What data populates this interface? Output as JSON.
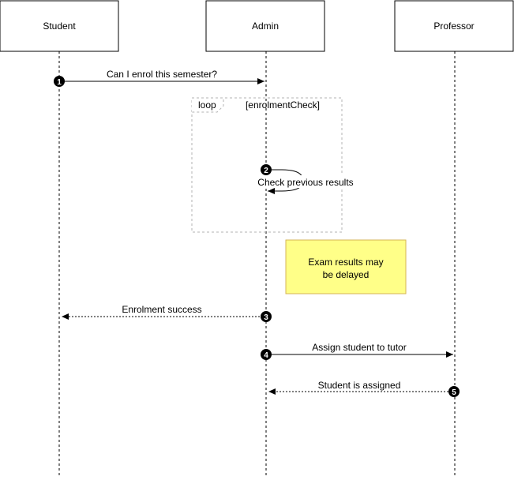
{
  "participants": [
    {
      "label": "Student"
    },
    {
      "label": "Admin"
    },
    {
      "label": "Professor"
    }
  ],
  "messages": [
    {
      "number": "1",
      "label": "Can I enrol this semester?",
      "style": "solid"
    },
    {
      "number": "2",
      "label": "Check previous results",
      "style": "solid"
    },
    {
      "number": "3",
      "label": "Enrolment success",
      "style": "dashed"
    },
    {
      "number": "4",
      "label": "Assign student to tutor",
      "style": "solid"
    },
    {
      "number": "5",
      "label": "Student is assigned",
      "style": "dashed"
    }
  ],
  "loop_frame": {
    "label": "loop",
    "guard": "[enrolmentCheck]"
  },
  "note": {
    "line1": "Exam results may",
    "line2": "be delayed"
  },
  "colors": {
    "note_fill": "#ffff88",
    "note_border": "#d6b656",
    "line": "#000000",
    "frame": "#b3b3b3"
  }
}
